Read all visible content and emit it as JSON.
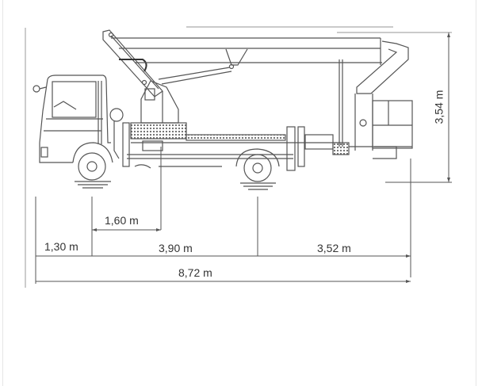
{
  "diagram": {
    "subject": "truck-mounted aerial work platform, side elevation",
    "colors": {
      "line": "#555555",
      "dark_line": "#333333",
      "background": "#ffffff",
      "frame": "#e6e6e6"
    },
    "dimensions": {
      "height_total": "3,54 m",
      "front_overhang": "1,30 m",
      "front_axle_to_pivot": "1,60 m",
      "wheelbase": "3,90 m",
      "rear_overhang": "3,52 m",
      "length_total": "8,72 m"
    }
  }
}
